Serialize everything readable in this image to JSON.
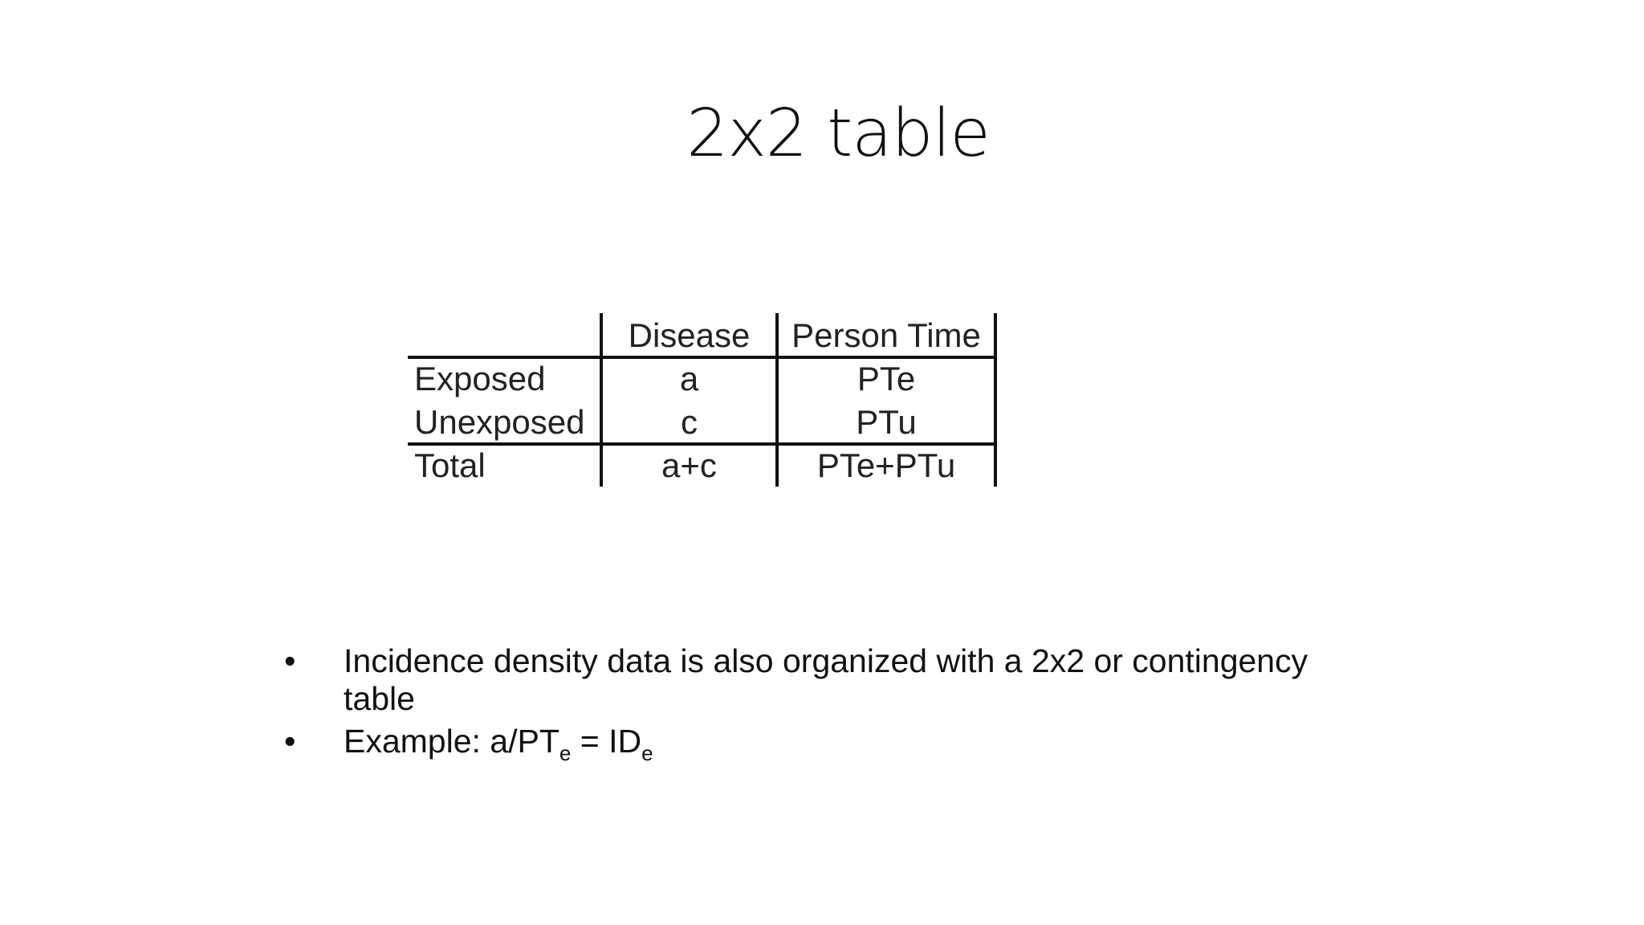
{
  "slide": {
    "title": "2x2 table"
  },
  "table": {
    "headers": [
      "Disease",
      "Person Time"
    ],
    "rows": [
      {
        "label": "Exposed",
        "disease": "a",
        "person_time": "PTe"
      },
      {
        "label": "Unexposed",
        "disease": "c",
        "person_time": "PTu"
      },
      {
        "label": "Total",
        "disease": "a+c",
        "person_time": "PTe+PTu"
      }
    ]
  },
  "bullets": {
    "bullet_char": "•",
    "item1": "Incidence density data is also organized with a 2x2 or contingency table",
    "item2_prefix": "Example: a/PT",
    "item2_sub1": "e",
    "item2_mid": " = ID",
    "item2_sub2": "e"
  }
}
